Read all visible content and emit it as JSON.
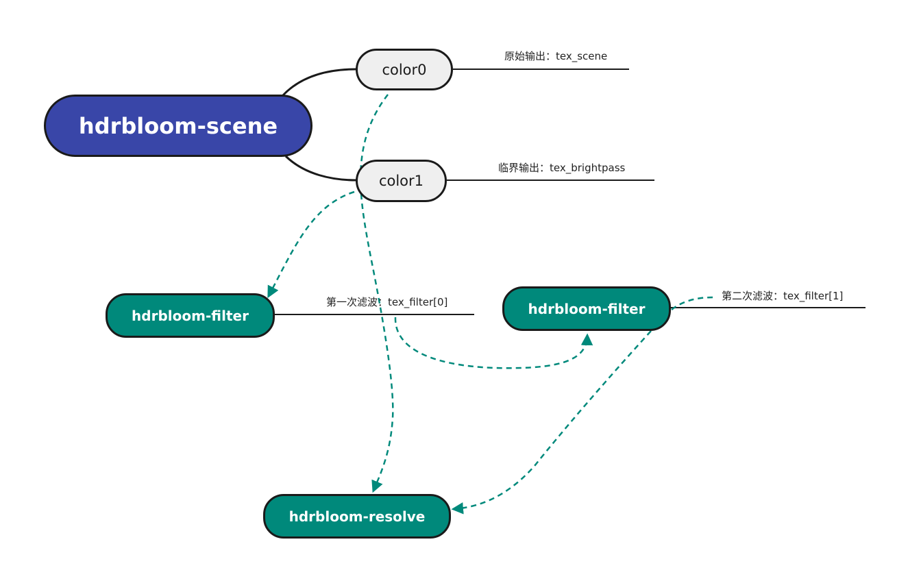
{
  "nodes": {
    "root": "hdrbloom-scene",
    "color0": "color0",
    "color1": "color1",
    "filter_first": "hdrbloom-filter",
    "filter_second": "hdrbloom-filter",
    "resolve": "hdrbloom-resolve"
  },
  "labels": {
    "scene_output": "原始输出：tex_scene",
    "brightpass_output": "临界输出：tex_brightpass",
    "first_filter": "第一次滤波：tex_filter[0]",
    "second_filter": "第二次滤波：tex_filter[1]"
  },
  "colors": {
    "root_fill": "#3946a8",
    "color_node_fill": "#efefef",
    "teal_node_fill": "#00897b",
    "arrow": "#00897b",
    "outline": "#1a1a1a"
  }
}
